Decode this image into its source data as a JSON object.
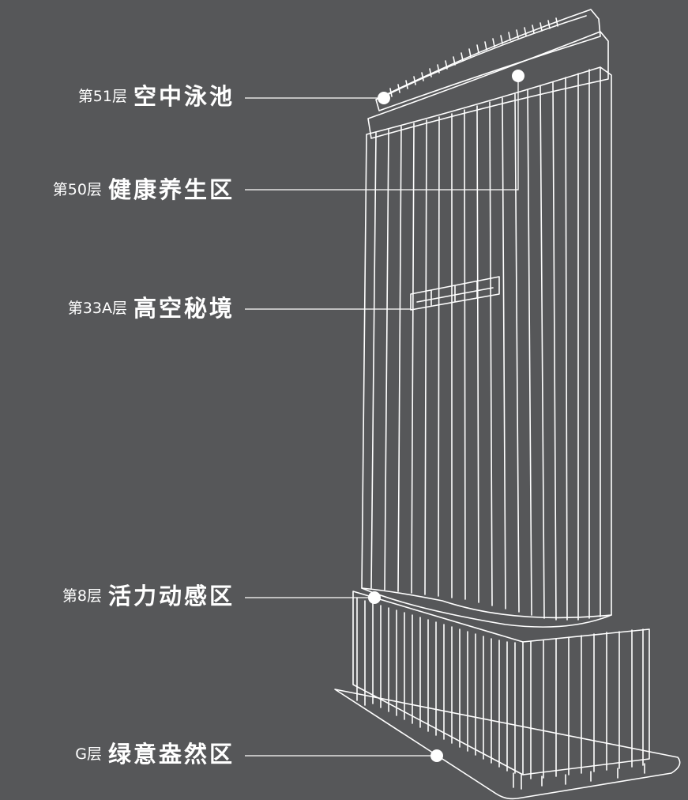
{
  "colors": {
    "background": "#565759",
    "line": "#ffffff"
  },
  "callouts": [
    {
      "floor": "第51层",
      "zone": "空中泳池"
    },
    {
      "floor": "第50层",
      "zone": "健康养生区"
    },
    {
      "floor": "第33A层",
      "zone": "高空秘境"
    },
    {
      "floor": "第8层",
      "zone": "活力动感区"
    },
    {
      "floor": "G层",
      "zone": "绿意盎然区"
    }
  ]
}
